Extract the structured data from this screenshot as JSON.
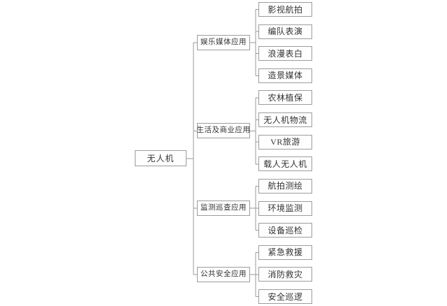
{
  "diagram": {
    "type": "tree",
    "orientation": "left-to-right",
    "root_label": "无人机",
    "branches": [
      {
        "label": "娱乐媒体应用",
        "children": [
          {
            "label": "影视航拍"
          },
          {
            "label": "编队表演"
          },
          {
            "label": "浪漫表白"
          },
          {
            "label": "造景媒体"
          }
        ]
      },
      {
        "label": "生活及商业应用",
        "children": [
          {
            "label": "农林植保"
          },
          {
            "label": "无人机物流"
          },
          {
            "label": "VR旅游"
          },
          {
            "label": "载人无人机"
          }
        ]
      },
      {
        "label": "监测巡查应用",
        "children": [
          {
            "label": "航拍测绘"
          },
          {
            "label": "环境监测"
          },
          {
            "label": "设备巡检"
          }
        ]
      },
      {
        "label": "公共安全应用",
        "children": [
          {
            "label": "紧急救援"
          },
          {
            "label": "消防救灾"
          },
          {
            "label": "安全巡逻"
          }
        ]
      }
    ],
    "colors": {
      "box_border": "#9c9c9c",
      "connector_line": "#999999",
      "text": "#333333",
      "background": "#ffffff"
    }
  }
}
